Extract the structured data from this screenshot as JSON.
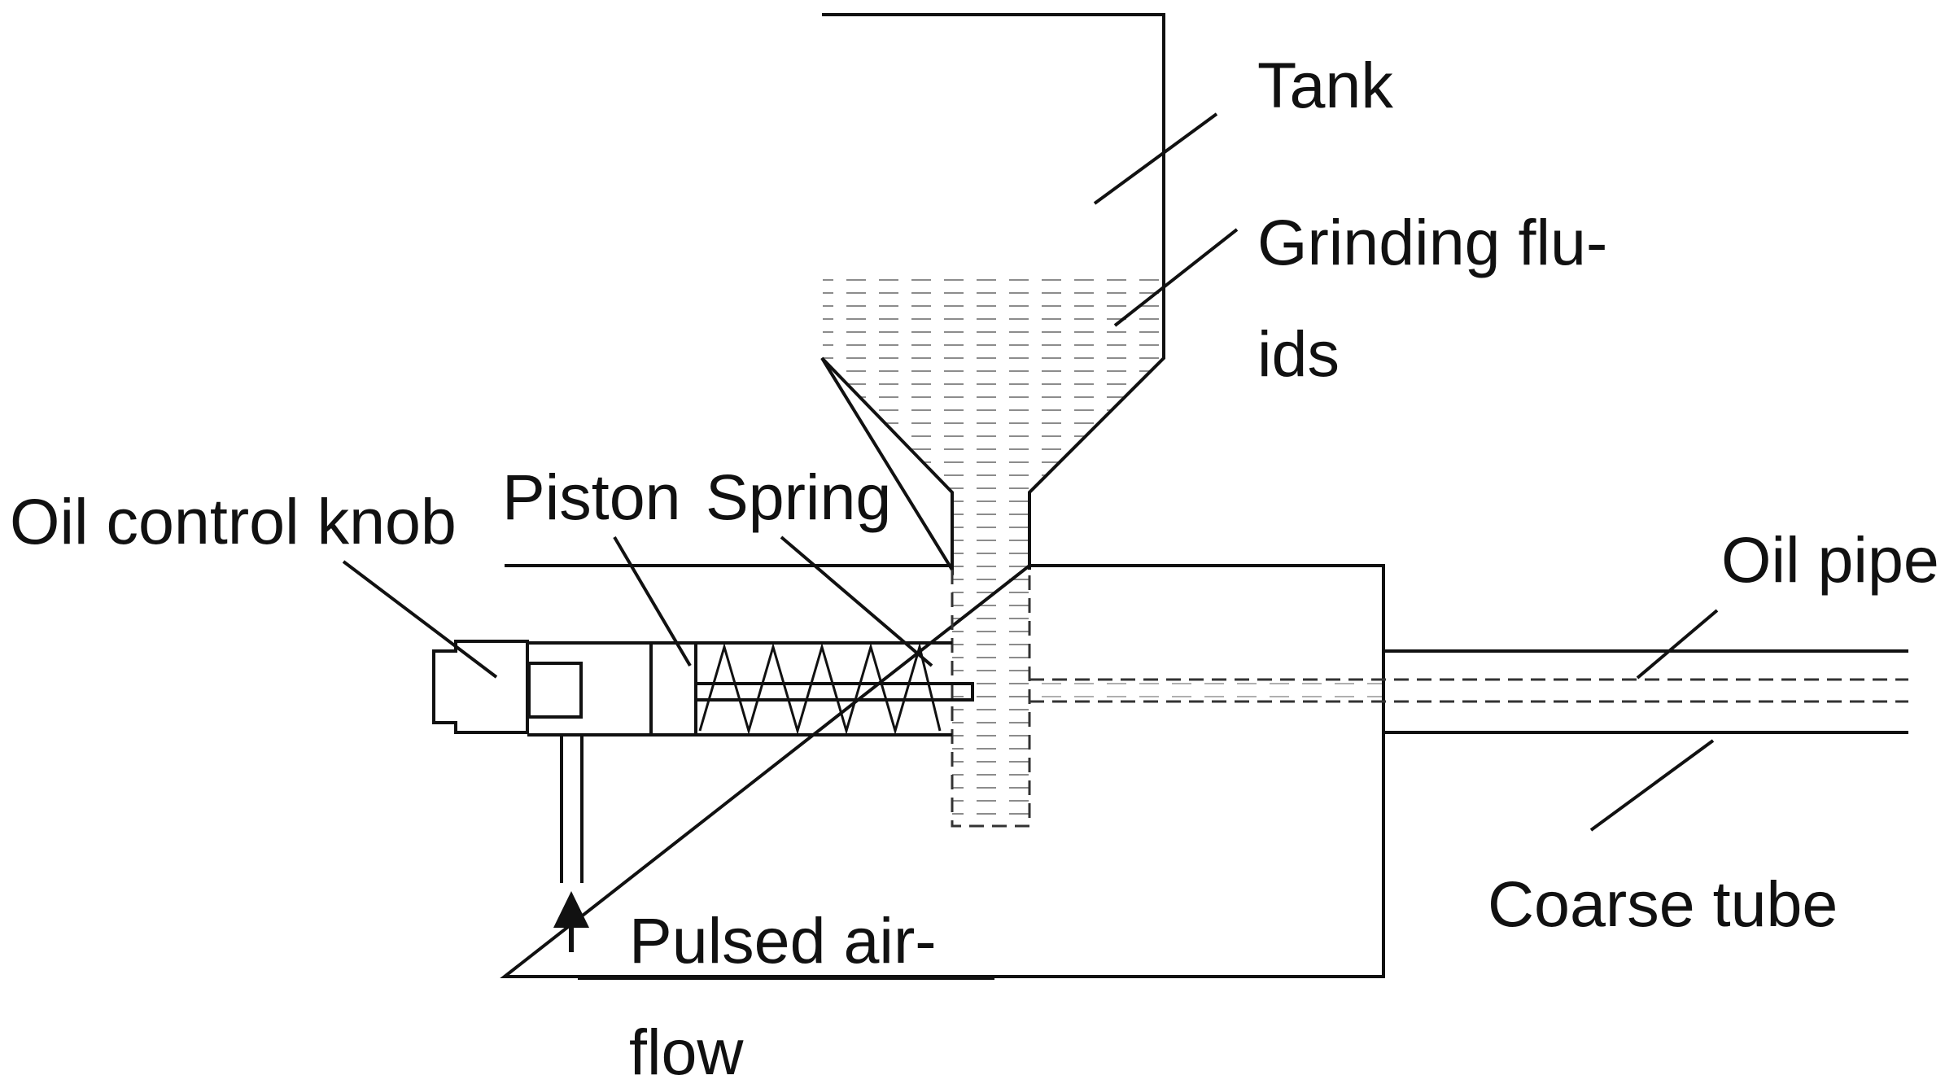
{
  "labels": {
    "tank": "Tank",
    "grinding_fluids_line1": "Grinding flu-",
    "grinding_fluids_line2": "ids",
    "oil_control_knob": "Oil control knob",
    "piston": "Piston",
    "spring": "Spring",
    "oil_pipe": "Oil pipe",
    "coarse_tube": "Coarse tube",
    "pulsed_airflow_line1": "Pulsed  air-",
    "pulsed_airflow_line2": "flow"
  }
}
